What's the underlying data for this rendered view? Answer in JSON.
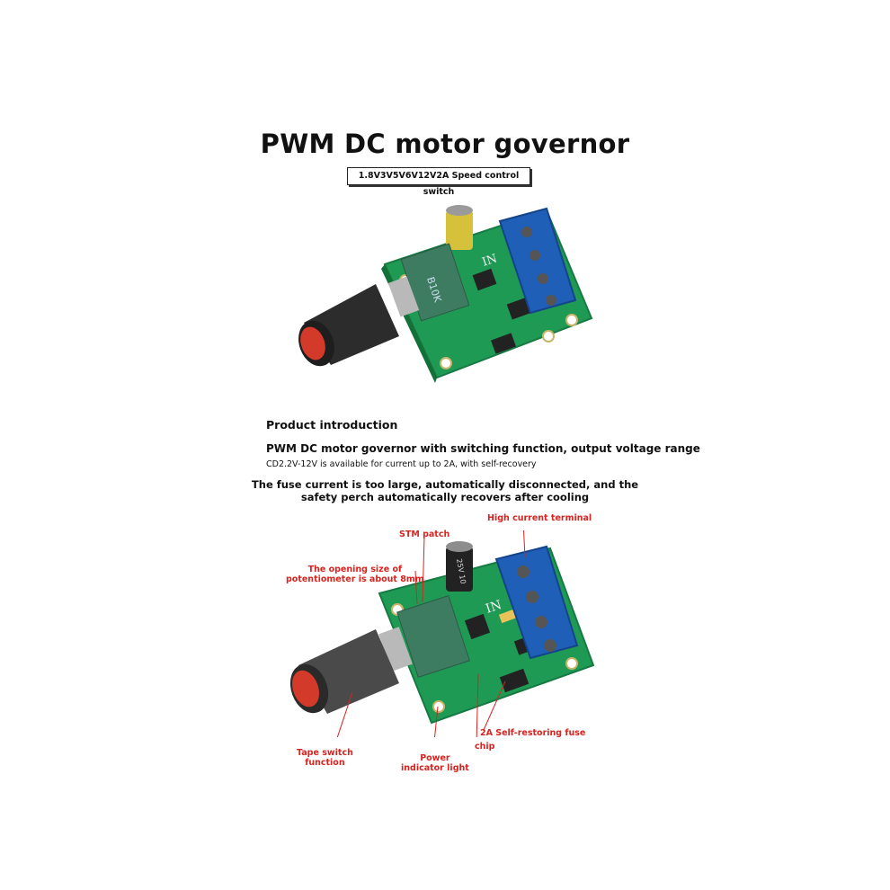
{
  "header": {
    "title": "PWM DC motor governor",
    "subtitle": "1.8V3V5V6V12V2A Speed control switch"
  },
  "intro": {
    "heading": "Product introduction",
    "line1": "PWM DC motor governor with switching function, output voltage range",
    "line2": "CD2.2V-12V is available for current up to 2A, with self-recovery",
    "line3a": "The fuse current is too large, automatically disconnected, and the",
    "line3b": "safety perch automatically recovers after cooling"
  },
  "board": {
    "cap_label_1": "25V 10",
    "in_label": "IN",
    "pot_label": "B10K"
  },
  "callouts": {
    "stm_patch": "STM patch",
    "high_current_terminal": "High current terminal",
    "pot_opening_1": "The opening size of",
    "pot_opening_2": "potentiometer is about 8mm",
    "tape_switch_1": "Tape switch",
    "tape_switch_2": "function",
    "power_light_1": "Power",
    "power_light_2": "indicator light",
    "chip": "chip",
    "fuse": "2A Self-restoring fuse"
  },
  "colors": {
    "pcb": "#1f9a55",
    "terminal": "#1f5fb8",
    "knob_cap": "#d43a2a",
    "callout": "#d8231f"
  }
}
